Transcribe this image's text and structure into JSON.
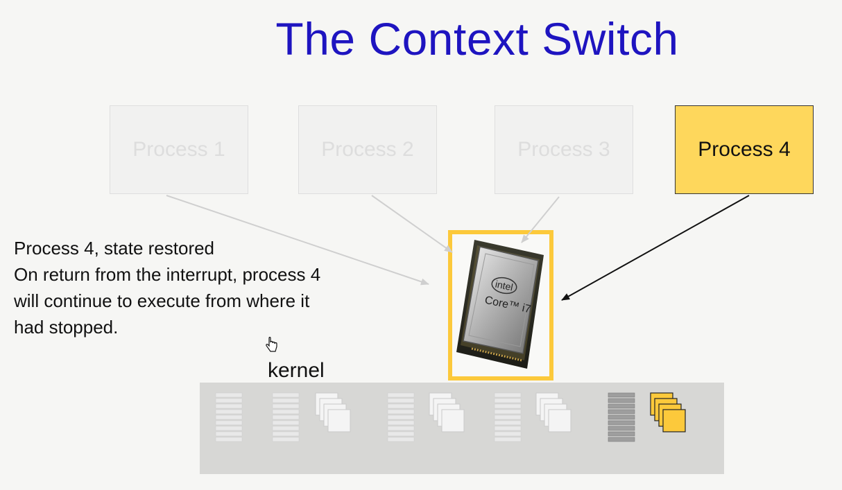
{
  "title": "The Context Switch",
  "processes": [
    {
      "label": "Process 1",
      "active": false
    },
    {
      "label": "Process 2",
      "active": false
    },
    {
      "label": "Process 3",
      "active": false
    },
    {
      "label": "Process 4",
      "active": true
    }
  ],
  "description": [
    "Process 4, state restored",
    "On return from the interrupt, process 4",
    "will continue to execute from where it",
    "had stopped."
  ],
  "kernel_label": "kernel",
  "cpu": {
    "brand": "intel",
    "model": "Core™ i7"
  },
  "colors": {
    "title": "#1e14c0",
    "active_process": "#fed75c",
    "cpu_frame": "#fcc93b"
  },
  "icons": [
    "cpu-chip-icon",
    "hand-cursor-icon",
    "register-stack-icon",
    "page-stack-icon"
  ]
}
